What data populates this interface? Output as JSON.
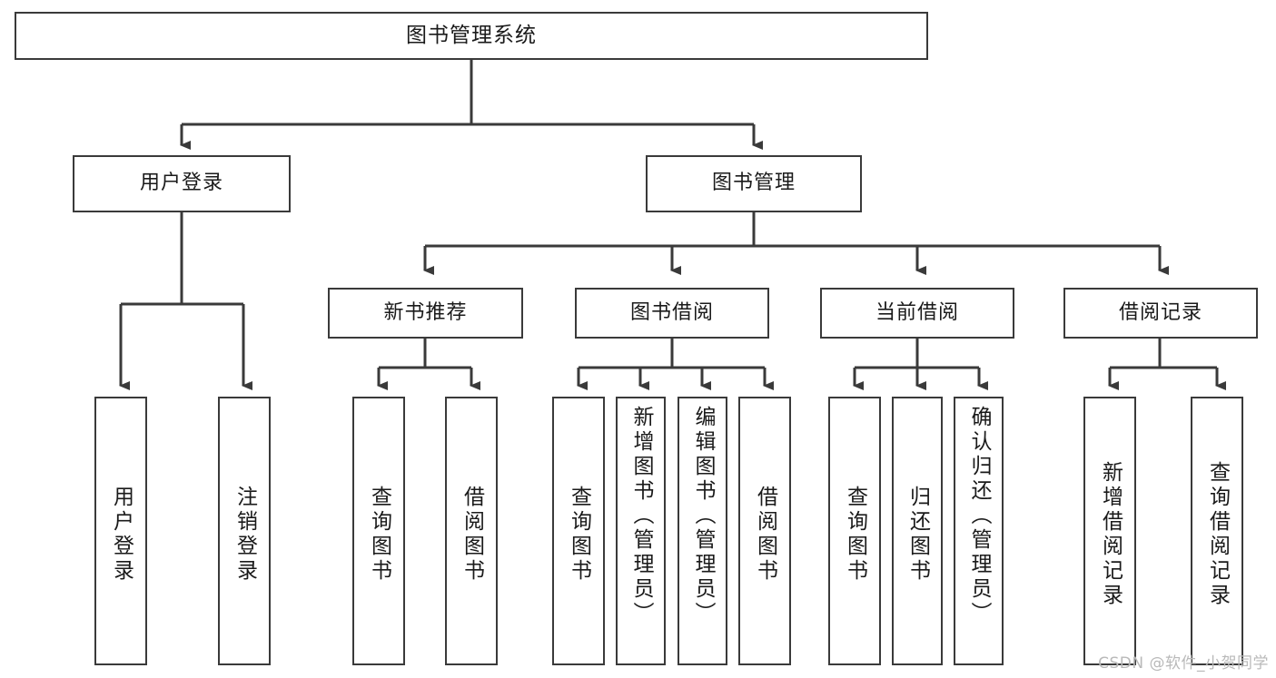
{
  "diagram": {
    "title": "图书管理系统",
    "watermark": "CSDN @软件_小贺同学",
    "line_color": "#3a3a3a",
    "box_fill": "#ffffff",
    "text_color": "#1a1a1a",
    "root": {
      "label": "图书管理系统"
    },
    "level2": [
      {
        "label": "用户登录"
      },
      {
        "label": "图书管理"
      }
    ],
    "level3": [
      {
        "label": "新书推荐"
      },
      {
        "label": "图书借阅"
      },
      {
        "label": "当前借阅"
      },
      {
        "label": "借阅记录"
      }
    ],
    "leaves": {
      "user_login": [
        {
          "label": "用户登录"
        },
        {
          "label": "注销登录"
        }
      ],
      "new_book_recommend": [
        {
          "label": "查询图书"
        },
        {
          "label": "借阅图书"
        }
      ],
      "book_borrow": [
        {
          "label": "查询图书"
        },
        {
          "label": "新增图书（管理员）"
        },
        {
          "label": "编辑图书（管理员）"
        },
        {
          "label": "借阅图书"
        }
      ],
      "current_borrow": [
        {
          "label": "查询图书"
        },
        {
          "label": "归还图书"
        },
        {
          "label": "确认归还（管理员）"
        }
      ],
      "borrow_record": [
        {
          "label": "新增借阅记录"
        },
        {
          "label": "查询借阅记录"
        }
      ]
    }
  }
}
